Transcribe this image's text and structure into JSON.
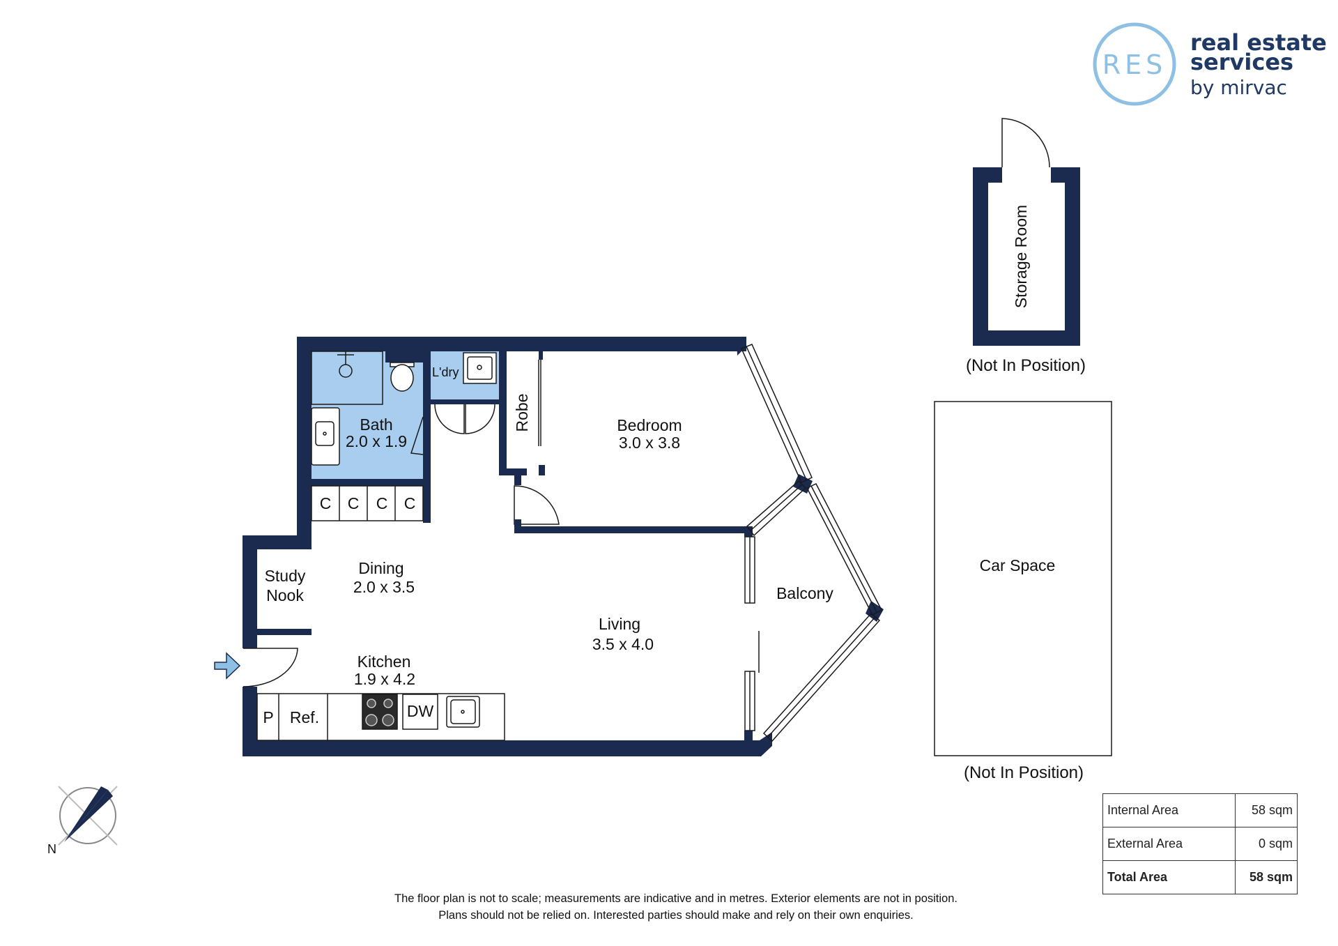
{
  "brand": {
    "mark": "RES",
    "line1": "real estate",
    "line2": "services",
    "line3": "by mirvac",
    "colors": {
      "navy": "#1f3864",
      "light_blue": "#8ec0e4"
    }
  },
  "rooms": {
    "bath": {
      "name": "Bath",
      "dims": "2.0 x 1.9"
    },
    "laundry": {
      "name": "L'dry"
    },
    "robe": {
      "name": "Robe"
    },
    "bedroom": {
      "name": "Bedroom",
      "dims": "3.0 x 3.8"
    },
    "cupboard_label": "C",
    "study": {
      "line1": "Study",
      "line2": "Nook"
    },
    "dining": {
      "name": "Dining",
      "dims": "2.0 x 3.5"
    },
    "living": {
      "name": "Living",
      "dims": "3.5 x 4.0"
    },
    "balcony": {
      "name": "Balcony"
    },
    "kitchen": {
      "name": "Kitchen",
      "dims": "1.9 x 4.2"
    },
    "pantry": "P",
    "fridge": "Ref.",
    "dishwasher": "DW"
  },
  "storage": {
    "name": "Storage Room",
    "note": "(Not In Position)"
  },
  "car": {
    "name": "Car Space",
    "note": "(Not In Position)"
  },
  "compass": {
    "label": "N"
  },
  "areas": {
    "internal": {
      "label": "Internal Area",
      "value": "58 sqm"
    },
    "external": {
      "label": "External Area",
      "value": "0 sqm"
    },
    "total": {
      "label": "Total Area",
      "value": "58 sqm"
    }
  },
  "disclaimer": {
    "line1": "The floor plan is not to scale; measurements are indicative and in metres. Exterior elements are not in position.",
    "line2": "Plans should not be relied on. Interested parties should make and rely on their own enquiries."
  },
  "colors": {
    "wall": "#1b2b4f",
    "wet_area": "#a8cdee",
    "entry_arrow": "#8ec0e4"
  }
}
